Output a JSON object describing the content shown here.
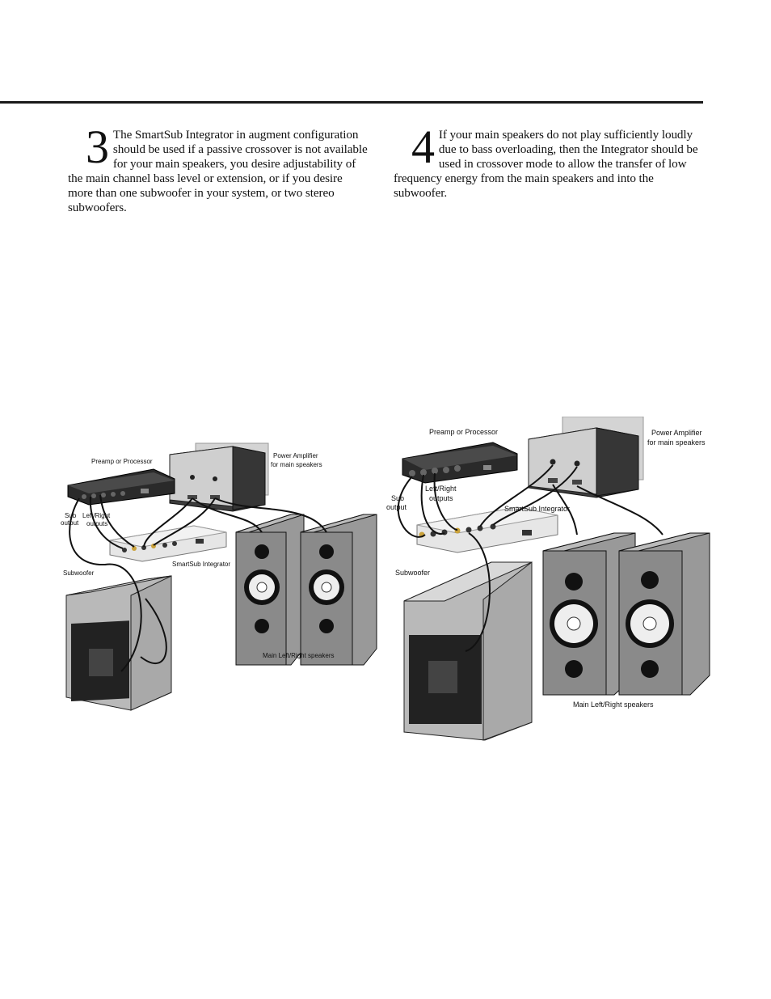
{
  "section3": {
    "number": "3",
    "text": "The SmartSub Integrator in augment configuration should be used if a passive crossover is not available for your main speakers, you desire adjustability of the main channel bass level or extension, or if you desire more than one subwoofer in your system, or two stereo subwoofers."
  },
  "section4": {
    "number": "4",
    "text": "If your main speakers do not play sufficiently loudly due to bass overloading, then the Integrator should be used in crossover mode to allow the transfer of low frequency energy from the main speakers and into the subwoofer."
  },
  "diagram_left": {
    "preamp": "Preamp or Processor",
    "amp_line1": "Power Amplifier",
    "amp_line2": "for main speakers",
    "sub_output_line1": "Sub",
    "sub_output_line2": "output",
    "lr_outputs_line1": "Left/Right",
    "lr_outputs_line2": "outputs",
    "integrator": "SmartSub Integrator",
    "subwoofer": "Subwoofer",
    "speakers": "Main Left/Right speakers"
  },
  "diagram_right": {
    "preamp": "Preamp or Processor",
    "amp_line1": "Power Amplifier",
    "amp_line2": "for main speakers",
    "sub_output_line1": "Sub",
    "sub_output_line2": "output",
    "lr_outputs_line1": "Left/Right",
    "lr_outputs_line2": "outputs",
    "integrator": "SmartSub Integrator",
    "subwoofer": "Subwoofer",
    "speakers": "Main Left/Right speakers"
  }
}
